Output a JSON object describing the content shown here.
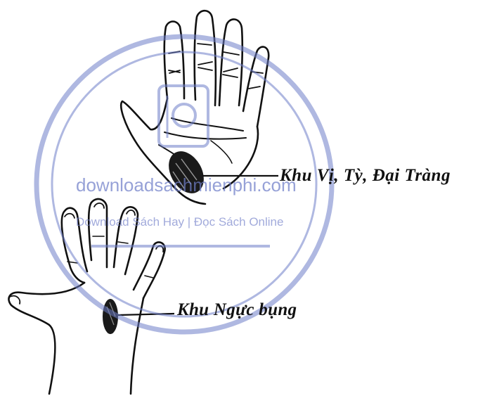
{
  "labels": {
    "upper_zone": "Khu Vị, Tỳ, Đại Tràng",
    "lower_zone": "Khu Ngực bụng"
  },
  "watermark": {
    "site": "downloadsachmienphi.com",
    "tagline": "Download Sách Hay | Đọc Sách Online",
    "color": "#6e7dc8"
  },
  "colors": {
    "ink": "#111111",
    "background": "#ffffff"
  }
}
